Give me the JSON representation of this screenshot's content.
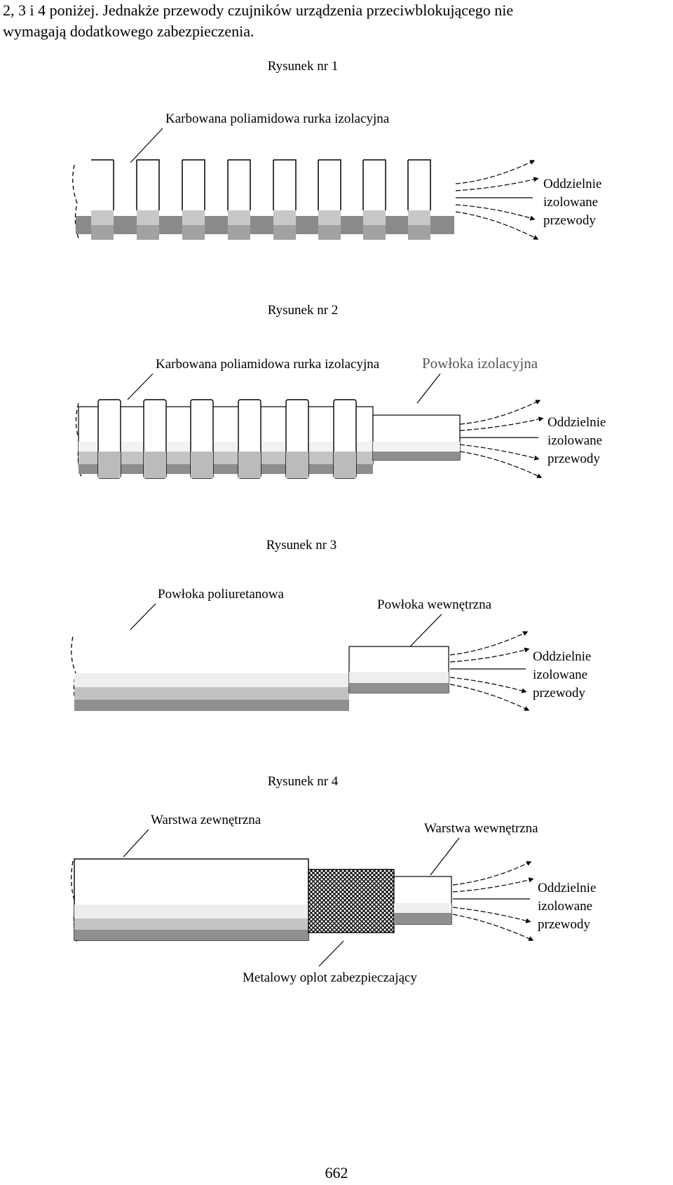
{
  "text": {
    "line1": "2, 3 i 4 poniżej. Jednakże przewody czujników urządzenia przeciwblokującego nie",
    "line2": "wymagają dodatkowego zabezpieczenia."
  },
  "figures": [
    {
      "caption": "Rysunek nr 1",
      "labels": {
        "corrugated": "Karbowana poliamidowa rurka izolacyjna",
        "wires_1": "Oddzielnie",
        "wires_2": "izolowane",
        "wires_3": "przewody"
      }
    },
    {
      "caption": "Rysunek nr 2",
      "labels": {
        "corrugated": "Karbowana poliamidowa rurka izolacyjna",
        "sheath": "Powłoka izolacyjna",
        "wires_1": "Oddzielnie",
        "wires_2": "izolowane",
        "wires_3": "przewody"
      }
    },
    {
      "caption": "Rysunek nr 3",
      "labels": {
        "outer": "Powłoka poliuretanowa",
        "inner": "Powłoka wewnętrzna",
        "wires_1": "Oddzielnie",
        "wires_2": "izolowane",
        "wires_3": "przewody"
      }
    },
    {
      "caption": "Rysunek nr 4",
      "labels": {
        "outer": "Warstwa zewnętrzna",
        "inner": "Warstwa wewnętrzna",
        "braid": "Metalowy oplot zabezpieczający",
        "wires_1": "Oddzielnie",
        "wires_2": "izolowane",
        "wires_3": "przewody"
      }
    }
  ],
  "page_number": "662"
}
